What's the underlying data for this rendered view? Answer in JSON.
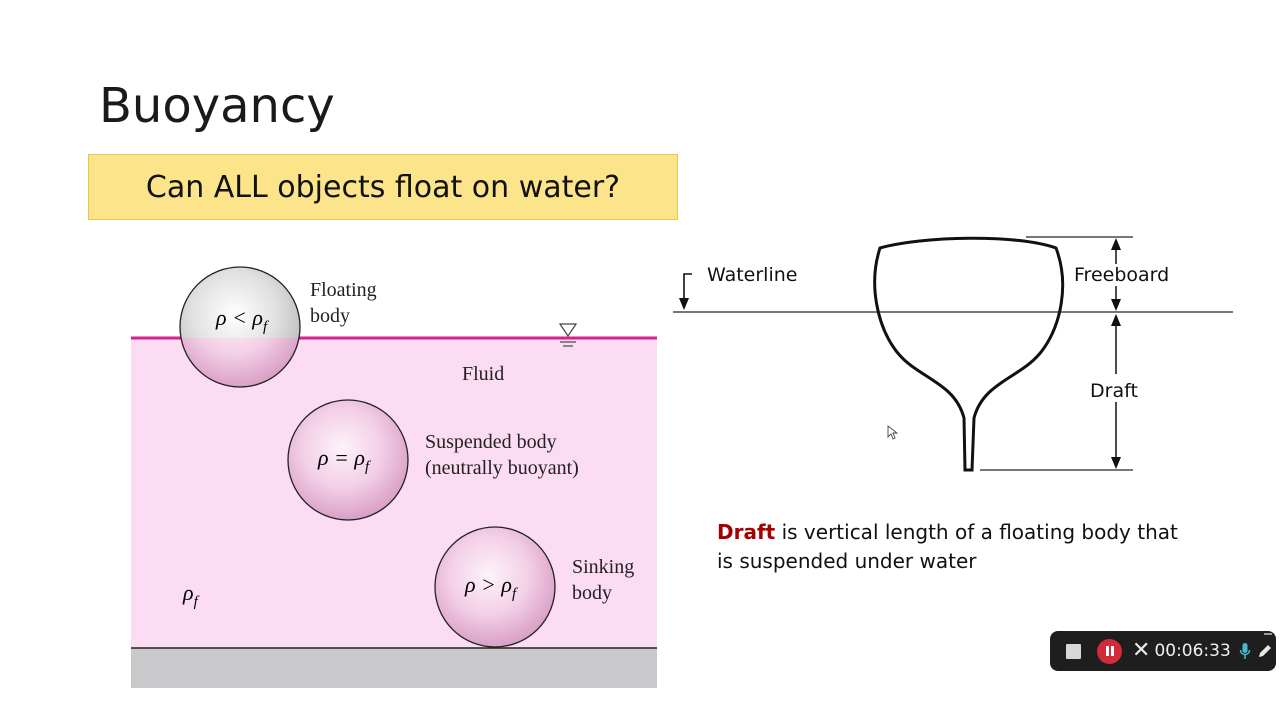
{
  "slide": {
    "title": "Buoyancy",
    "question": "Can ALL objects float on water?"
  },
  "left_figure": {
    "floating_label_1": "Floating",
    "floating_label_2": "body",
    "floating_formula": "ρ < ρ",
    "fluid_label": "Fluid",
    "suspended_label_1": "Suspended body",
    "suspended_label_2": "(neutrally buoyant)",
    "suspended_formula": "ρ = ρ",
    "sinking_label_1": "Sinking",
    "sinking_label_2": "body",
    "sinking_formula": "ρ > ρ",
    "fluid_density": "ρ",
    "subscript": "f",
    "colors": {
      "fluid": "#fbdcf2",
      "surface": "#d6218f",
      "ground": "#c9c9cb"
    }
  },
  "right_figure": {
    "waterline_label": "Waterline",
    "freeboard_label": "Freeboard",
    "draft_label": "Draft"
  },
  "draft_note": {
    "term": "Draft",
    "text": " is vertical length of a floating body that is suspended under water"
  },
  "recorder": {
    "time": "00:06:33",
    "stop_icon": "stop-icon",
    "pause_icon": "pause-icon",
    "close_icon": "close-icon",
    "mic_icon": "microphone-icon",
    "pen_icon": "pen-icon",
    "accent": "#d42b3b"
  }
}
